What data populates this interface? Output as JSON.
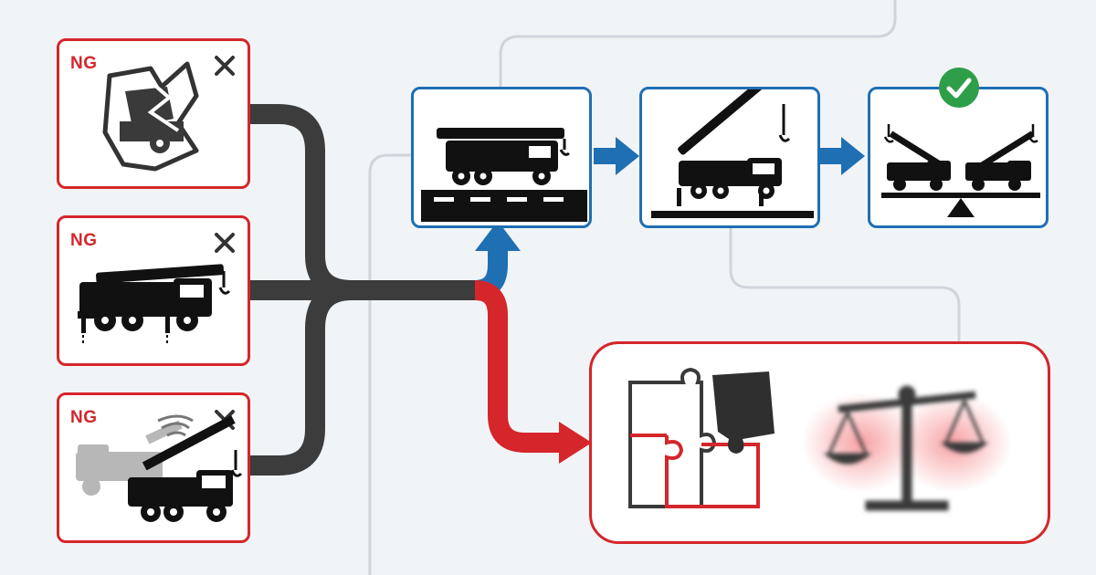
{
  "colors": {
    "ng_red": "#d4262b",
    "flow_blue": "#1f6fb3",
    "ok_green": "#2e9e48",
    "track_dark": "#3c3c3c",
    "background": "#f1f4f7"
  },
  "failure_cards": [
    {
      "label": "NG",
      "icon": "broken-crane-truck-icon",
      "status_icon": "close-icon"
    },
    {
      "label": "NG",
      "icon": "crane-outriggers-unsupported-icon",
      "status_icon": "close-icon"
    },
    {
      "label": "NG",
      "icon": "crane-wind-instability-icon",
      "status_icon": "close-icon"
    }
  ],
  "process_steps": [
    {
      "icon": "crane-truck-on-road-icon"
    },
    {
      "icon": "crane-outriggers-set-icon"
    },
    {
      "icon": "balanced-cranes-on-fulcrum-icon",
      "badge": "check-icon"
    }
  ],
  "outcome_panel": {
    "icons": [
      "puzzle-missing-piece-icon",
      "scales-of-justice-icon"
    ]
  }
}
